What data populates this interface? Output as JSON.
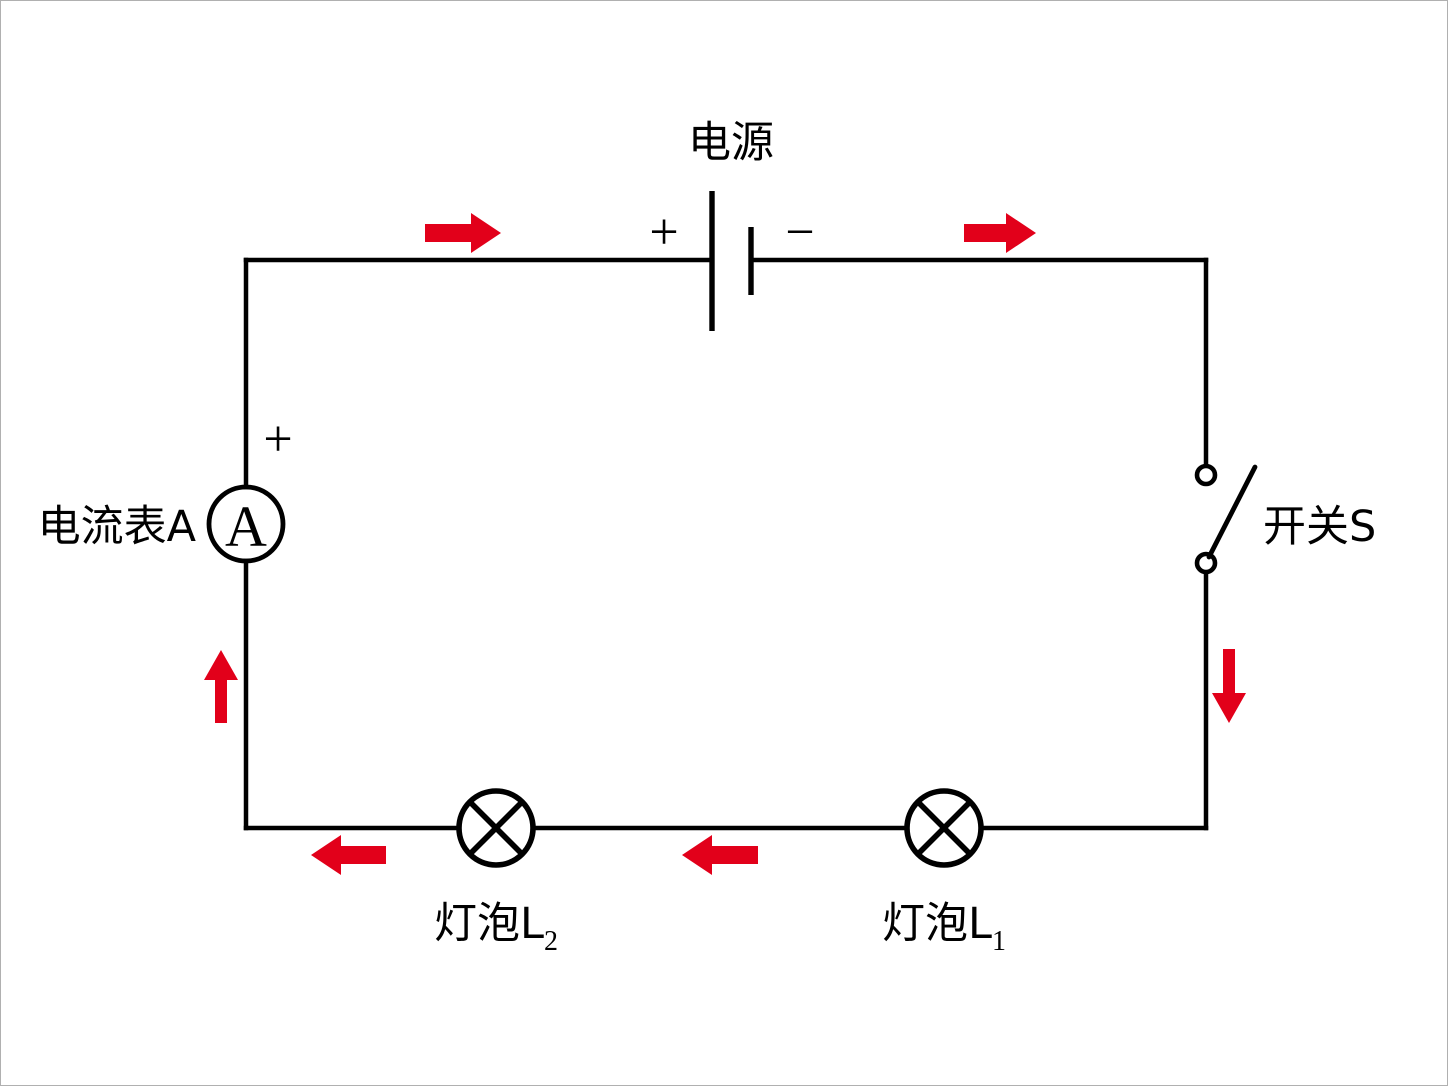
{
  "figure": {
    "type": "circuit-schematic",
    "title_visible": false,
    "background_color": "#ffffff",
    "wire_color": "#000000",
    "arrow_color": "#e2001a",
    "border_color": "#b0b0b0"
  },
  "components": {
    "battery": {
      "label": "电源",
      "label_meaning": "power source",
      "positive_sign": "+",
      "negative_sign": "−",
      "positive_side": "left",
      "negative_side": "right"
    },
    "ammeter": {
      "label": "电流表A",
      "label_meaning": "ammeter A",
      "symbol_letter": "A",
      "terminal_sign": "+",
      "terminal_sign_position": "upper-right"
    },
    "switch": {
      "label": "开关S",
      "label_meaning": "switch S",
      "state": "open"
    },
    "lamp_left": {
      "label_main": "灯泡L",
      "label_sub": "2",
      "label_meaning": "bulb L2"
    },
    "lamp_right": {
      "label_main": "灯泡L",
      "label_sub": "1",
      "label_meaning": "bulb L1"
    }
  },
  "current_arrows": [
    {
      "name": "top-left-arrow",
      "direction": "right",
      "segment": "top-wire"
    },
    {
      "name": "top-right-arrow",
      "direction": "right",
      "segment": "top-wire"
    },
    {
      "name": "right-arrow",
      "direction": "down",
      "segment": "right-wire"
    },
    {
      "name": "bottom-right-arrow",
      "direction": "left",
      "segment": "bottom-wire"
    },
    {
      "name": "bottom-left-arrow",
      "direction": "left",
      "segment": "bottom-wire"
    },
    {
      "name": "left-arrow",
      "direction": "up",
      "segment": "left-wire"
    }
  ]
}
